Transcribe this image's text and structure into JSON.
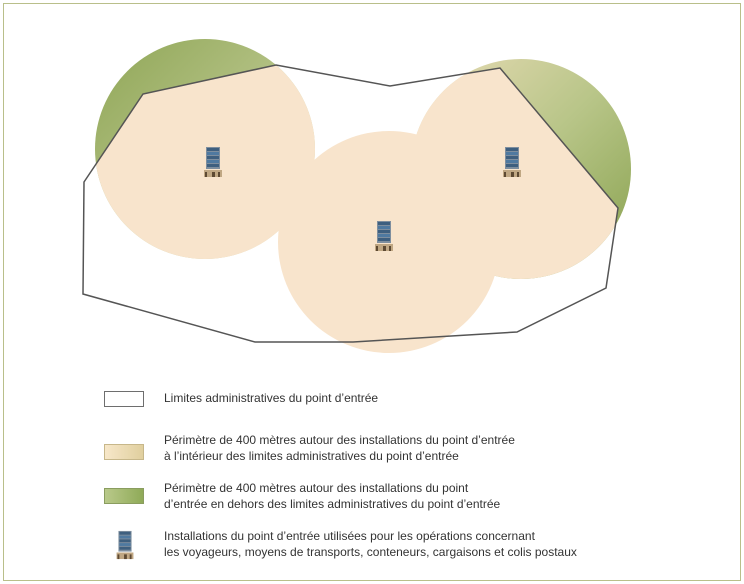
{
  "colors": {
    "border_frame": "#b9bf8a",
    "boundary_line": "#555555",
    "perimeter_inside": "#f8e4cc",
    "perimeter_outside_dark": "#8fa656",
    "perimeter_outside_light": "#cdd6a2",
    "text": "#333333"
  },
  "icons": {
    "facility": "building-icon"
  },
  "legend": {
    "items": [
      {
        "key": "boundary",
        "label_lines": [
          "Limites administratives du point d’entrée"
        ]
      },
      {
        "key": "inside",
        "label_lines": [
          "Périmètre de 400 mètres autour des installations du point d’entrée",
          "à l’intérieur des limites administratives du point d’entrée"
        ]
      },
      {
        "key": "outside",
        "label_lines": [
          "Périmètre de 400 mètres autour des installations du point",
          "d’entrée en dehors des limites administratives du point d’entrée"
        ]
      },
      {
        "key": "facility",
        "label_lines": [
          "Installations du point d’entrée utilisées pour les opérations concernant",
          "les voyageurs, moyens de transports, conteneurs, cargaisons et colis postaux"
        ]
      }
    ]
  }
}
